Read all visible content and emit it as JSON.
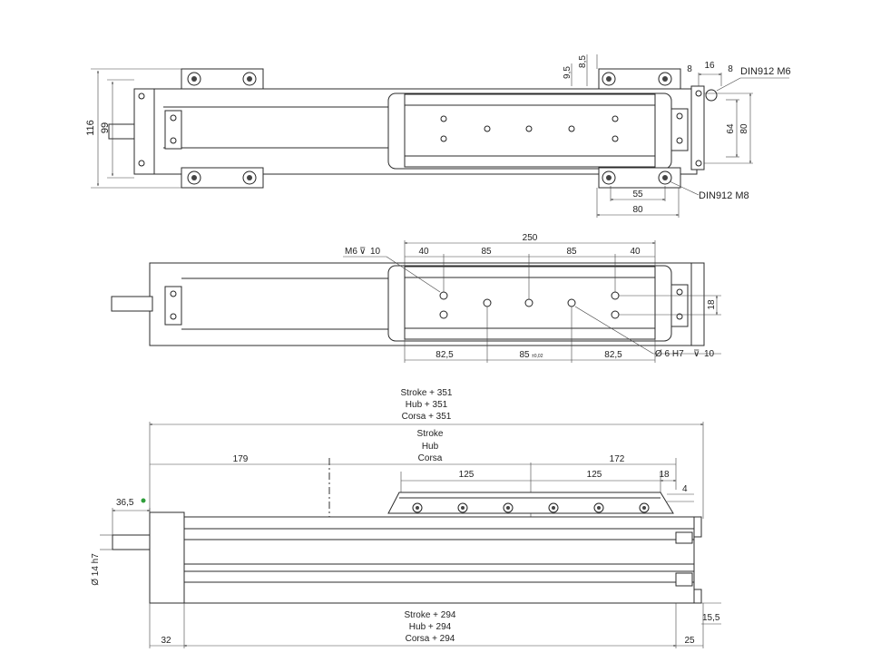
{
  "top_view": {
    "dims_left": [
      "116",
      "99"
    ],
    "dims_top": [
      "9,5",
      "8,5"
    ],
    "dims_right_top": [
      "8",
      "16",
      "8"
    ],
    "dims_right_side": [
      "64",
      "80"
    ],
    "dims_bottom": [
      "55",
      "80"
    ],
    "callout_m6": "DIN912 M6",
    "callout_m8": "DIN912 M8"
  },
  "middle_view": {
    "overall": "250",
    "spacing_top": [
      "40",
      "85",
      "85",
      "40"
    ],
    "thread_label": "M6",
    "thread_depth": "10",
    "side_dim": "18",
    "spacing_bottom": [
      "82,5",
      "85",
      "82,5"
    ],
    "tolerance": "±0,02",
    "pin_label": "Ø 6 H7",
    "pin_depth": "10"
  },
  "bottom_view": {
    "overall_top": [
      "Stroke + 351",
      "Hub + 351",
      "Corsa + 351"
    ],
    "stroke": [
      "Stroke",
      "Hub",
      "Corsa"
    ],
    "dim_left": "179",
    "dim_right": "172",
    "spacing": [
      "125",
      "125"
    ],
    "dim_18": "18",
    "dim_4": "4",
    "dim_365": "36,5",
    "shaft": "Ø 14 h7",
    "overall_bottom": [
      "Stroke + 294",
      "Hub + 294",
      "Corsa + 294"
    ],
    "dim_32": "32",
    "dim_25": "25",
    "dim_155": "15,5",
    "marker_color": "#2e9e3a"
  }
}
